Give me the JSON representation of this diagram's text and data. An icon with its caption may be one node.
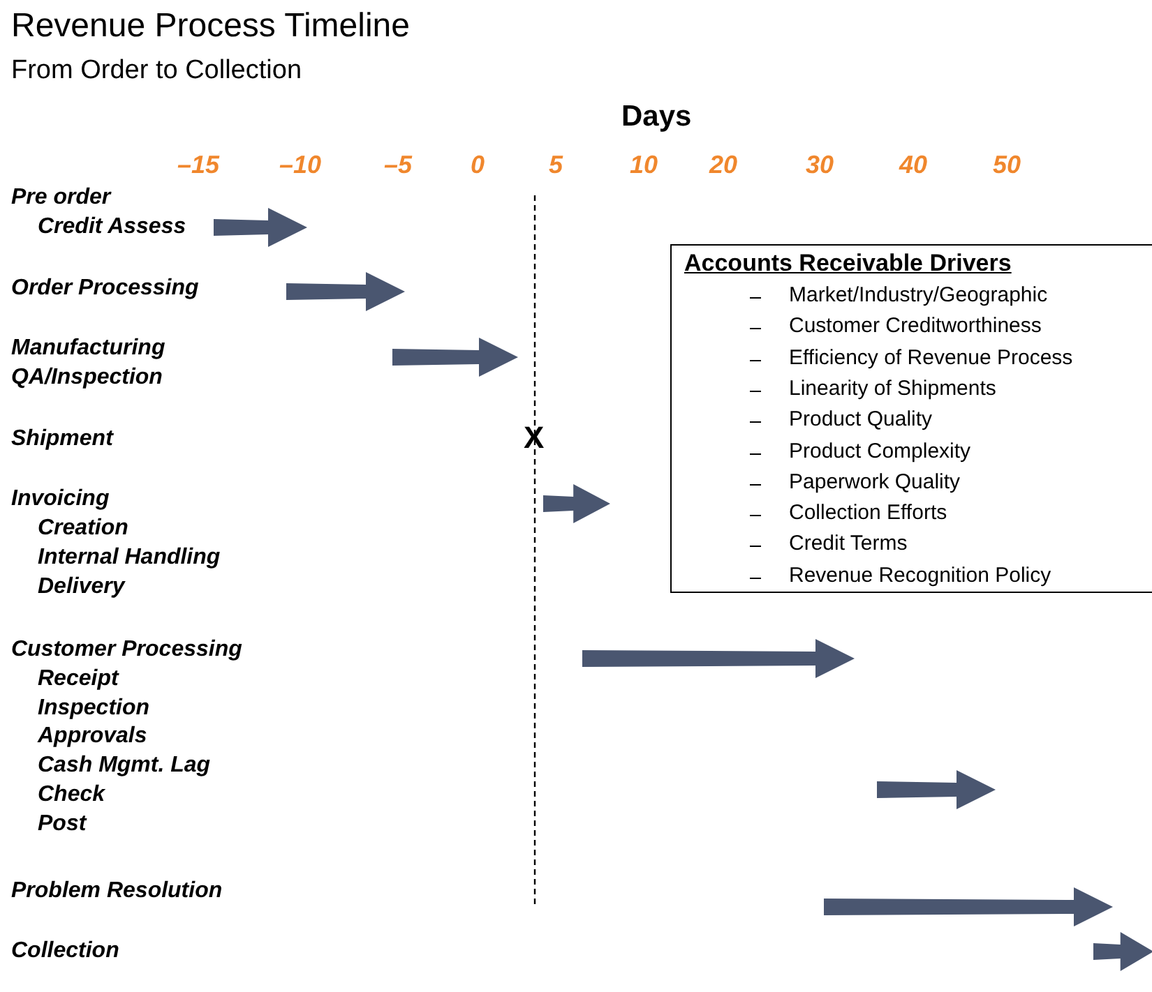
{
  "diagram": {
    "title": "Revenue Process Timeline",
    "nodes": [
      {
        "text": [
          "Accounts Receivable Drivers",
          "Market/Industry/Geographic",
          "Customer Creditworthiness",
          "Efficiency of Revenue Process",
          "Linearity of Shipments",
          "Product Quality",
          "Product Complexity",
          "Paperwork Quality",
          "Collection Efforts",
          "Credit Terms",
          "Revenue Recognition Policy"
        ]
      }
    ],
    "edges": [],
    "labels": [
      "From Order to Collection",
      "Days",
      "–15",
      "–10",
      "–5",
      "0",
      "5",
      "10",
      "20",
      "30",
      "40",
      "50",
      "Pre order",
      "Credit Assess",
      "Order Processing",
      "Manufacturing",
      "QA/Inspection",
      "Shipment",
      "X",
      "Invoicing",
      "Creation",
      "Internal Handling",
      "Delivery",
      "Customer Processing",
      "Receipt",
      "Inspection",
      "Approvals",
      "Cash Mgmt. Lag",
      "Check",
      "Post",
      "Problem Resolution",
      "Collection"
    ]
  }
}
